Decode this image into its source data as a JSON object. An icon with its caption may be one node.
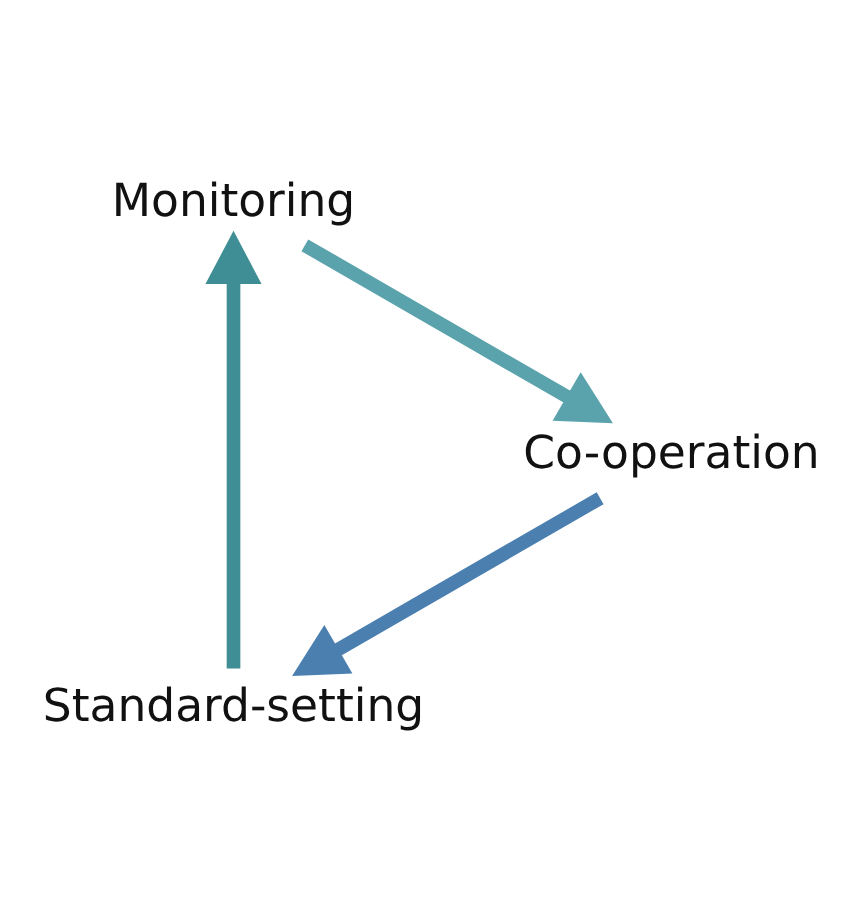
{
  "diagram": {
    "nodes": [
      {
        "text": [
          "Standard-setting"
        ]
      },
      {
        "text": [
          "Monitoring"
        ]
      },
      {
        "text": [
          "Co-operation"
        ]
      }
    ],
    "edges": [
      {
        "from": 0,
        "to": 1,
        "arrow": "to"
      },
      {
        "from": 1,
        "to": 2,
        "arrow": "to"
      },
      {
        "from": 2,
        "to": 0,
        "arrow": "to"
      }
    ]
  }
}
